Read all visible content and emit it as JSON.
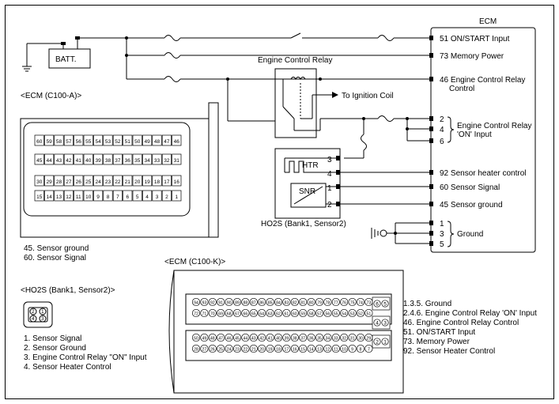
{
  "ecm_title": "ECM",
  "batt_label": "BATT.",
  "relay_title": "Engine Control Relay",
  "to_ignition": "To Ignition Coil",
  "ecm_pins": [
    {
      "pin": "51",
      "label": "51 ON/START Input"
    },
    {
      "pin": "73",
      "label": "73 Memory Power"
    },
    {
      "pin": "46",
      "label": "46 Engine Control Relay",
      "label2": "Control"
    },
    {
      "pin": "2",
      "label": "2"
    },
    {
      "pin": "4",
      "label": "4"
    },
    {
      "pin": "6",
      "label": "6"
    },
    {
      "pin": "92",
      "label": "92 Sensor heater control"
    },
    {
      "pin": "60",
      "label": "60 Sensor Signal"
    },
    {
      "pin": "45",
      "label": "45 Sensor ground"
    },
    {
      "pin": "1",
      "label": "1"
    },
    {
      "pin": "3",
      "label": "3"
    },
    {
      "pin": "5",
      "label": "5"
    }
  ],
  "relay_on_input_label": [
    "Engine Control Relay",
    "'ON' Input"
  ],
  "ground_label": "Ground",
  "ho2s_pins": [
    "3",
    "4",
    "1",
    "2"
  ],
  "htr_label": "HTR",
  "snr_label": "SNR",
  "ho2s_caption": "HO2S (Bank1, Sensor2)",
  "c100a_title": "<ECM (C100-A)>",
  "c100a_rows": [
    [
      "60",
      "59",
      "58",
      "57",
      "56",
      "55",
      "54",
      "53",
      "52",
      "51",
      "50",
      "49",
      "48",
      "47",
      "46"
    ],
    [
      "45",
      "44",
      "43",
      "42",
      "41",
      "40",
      "39",
      "38",
      "37",
      "36",
      "35",
      "34",
      "33",
      "32",
      "31"
    ],
    [
      "30",
      "29",
      "28",
      "27",
      "26",
      "25",
      "24",
      "23",
      "22",
      "21",
      "20",
      "19",
      "18",
      "17",
      "16"
    ],
    [
      "15",
      "14",
      "13",
      "12",
      "11",
      "10",
      "9",
      "8",
      "7",
      "6",
      "5",
      "4",
      "3",
      "2",
      "1"
    ]
  ],
  "c100a_legend": [
    "45. Sensor ground",
    "60. Sensor Signal"
  ],
  "c100k_title": "<ECM (C100-K)>",
  "c100k_rows": [
    [
      "94",
      "93",
      "92",
      "91",
      "90",
      "89",
      "88",
      "87",
      "86",
      "85",
      "84",
      "83",
      "82",
      "81",
      "80",
      "79",
      "78",
      "77",
      "76",
      "75",
      "74",
      "73"
    ],
    [
      "72",
      "71",
      "70",
      "69",
      "68",
      "67",
      "66",
      "65",
      "64",
      "63",
      "62",
      "61",
      "60",
      "59",
      "58",
      "57",
      "56",
      "55",
      "54",
      "53",
      "52",
      "51"
    ],
    [
      "50",
      "49",
      "48",
      "47",
      "46",
      "45",
      "44",
      "43",
      "42",
      "41",
      "40",
      "39",
      "38",
      "37",
      "36",
      "35",
      "34",
      "33",
      "32",
      "31",
      "30",
      "29"
    ],
    [
      "28",
      "27",
      "26",
      "25",
      "24",
      "23",
      "22",
      "21",
      "20",
      "19",
      "18",
      "17",
      "16",
      "15",
      "14",
      "13",
      "12",
      "11",
      "10",
      "9",
      "8",
      "7"
    ]
  ],
  "c100k_side": [
    "6",
    "5",
    "4",
    "3",
    "2",
    "1"
  ],
  "c100k_legend": [
    "1.3.5. Ground",
    "2.4.6. Engine Control Relay 'ON' Input",
    "46. Engine Control Relay Control",
    "51. ON/START Input",
    "73. Memory Power",
    "92. Sensor Heater Control"
  ],
  "ho2s_conn_title": "<HO2S (Bank1, Sensor2)>",
  "ho2s_conn_pins": [
    "2",
    "1",
    "4",
    "3"
  ],
  "ho2s_legend": [
    "1. Sensor Signal",
    "2. Sensor Ground",
    "3. Engine Control Relay \"ON\" Input",
    "4. Sensor Heater Control"
  ]
}
